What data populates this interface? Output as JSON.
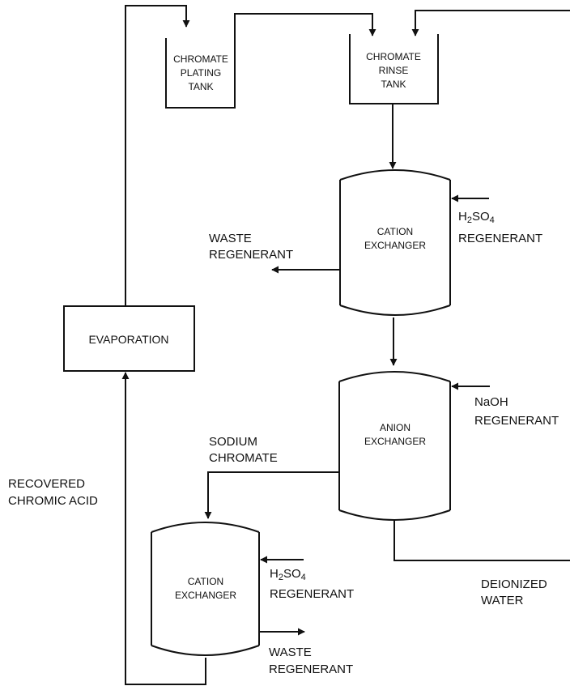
{
  "colors": {
    "ink": "#111111",
    "background": "#ffffff"
  },
  "tanks": {
    "plating": {
      "line1": "CHROMATE",
      "line2": "PLATING",
      "line3": "TANK"
    },
    "rinse": {
      "line1": "CHROMATE",
      "line2": "RINSE",
      "line3": "TANK"
    }
  },
  "cation_exchanger_1": {
    "line1": "CATION",
    "line2": "EXCHANGER",
    "regenerant_in": {
      "formula_a": "H",
      "formula_sub2": "2",
      "formula_b": "SO",
      "formula_sub4": "4",
      "label": "REGENERANT"
    },
    "waste_out": {
      "line1": "WASTE",
      "line2": "REGENERANT"
    }
  },
  "anion_exchanger": {
    "line1": "ANION",
    "line2": "EXCHANGER",
    "regenerant_in": {
      "formula": "NaOH",
      "label": "REGENERANT"
    },
    "sodium_chromate": {
      "line1": "SODIUM",
      "line2": "CHROMATE"
    },
    "deionized_water": {
      "line1": "DEIONIZED",
      "line2": "WATER"
    }
  },
  "cation_exchanger_2": {
    "line1": "CATION",
    "line2": "EXCHANGER",
    "regenerant_in": {
      "formula_a": "H",
      "formula_sub2": "2",
      "formula_b": "SO",
      "formula_sub4": "4",
      "label": "REGENERANT"
    },
    "waste_out": {
      "line1": "WASTE",
      "line2": "REGENERANT"
    }
  },
  "evaporation": {
    "label": "EVAPORATION"
  },
  "recovered": {
    "line1": "RECOVERED",
    "line2": "CHROMIC ACID"
  }
}
